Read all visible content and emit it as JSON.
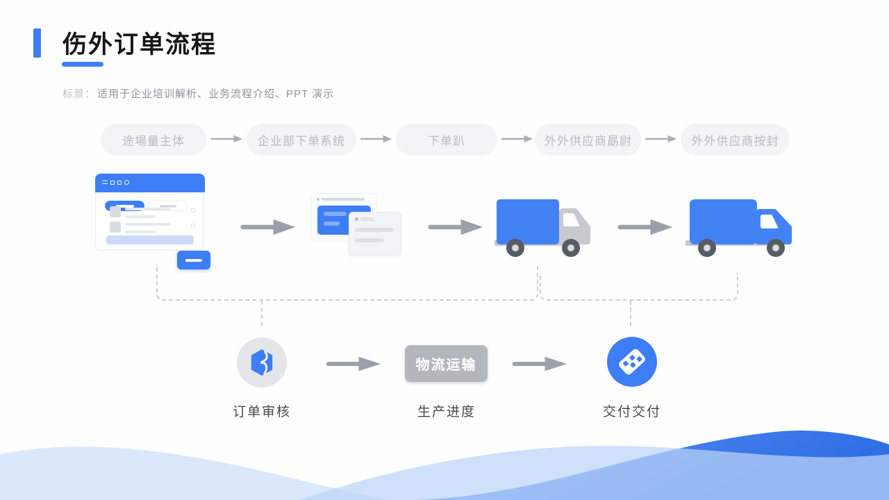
{
  "header": {
    "title": "伤外订单流程",
    "subtitle_prefix": "标景：",
    "subtitle_text": "适用于企业培训解析、业务流程介绍、PPT 演示"
  },
  "flow_steps": [
    {
      "label": "途場量主体"
    },
    {
      "label": "企业部下单系统"
    },
    {
      "label": "下单趴"
    },
    {
      "label": "外外供应商勗尉"
    },
    {
      "label": "外外供应商按封"
    }
  ],
  "illustrations": [
    {
      "icon": "order-window-illustration"
    },
    {
      "icon": "order-cards-illustration"
    },
    {
      "icon": "truck-gray-cab-illustration"
    },
    {
      "icon": "truck-blue-illustration"
    }
  ],
  "bottom_flow": {
    "nodes": [
      {
        "icon": "box-cube-icon",
        "label": "订单审核"
      },
      {
        "button_label": "物流运输",
        "label": "生产进度"
      },
      {
        "icon": "checkered-flag-icon",
        "label": "交付交付"
      }
    ]
  },
  "colors": {
    "accent_blue": "#3d7ef5",
    "truck_blue": "#4382f4",
    "arrow_gray": "#9aa1ab",
    "pill_bg": "#f3f4f6",
    "pill_text": "#b6bbc4",
    "button_gray": "#b3b7bd",
    "wave_light": "#dbe7fb",
    "wave_mid": "#bcd2f7",
    "wave_dark": "#3a76ea"
  }
}
